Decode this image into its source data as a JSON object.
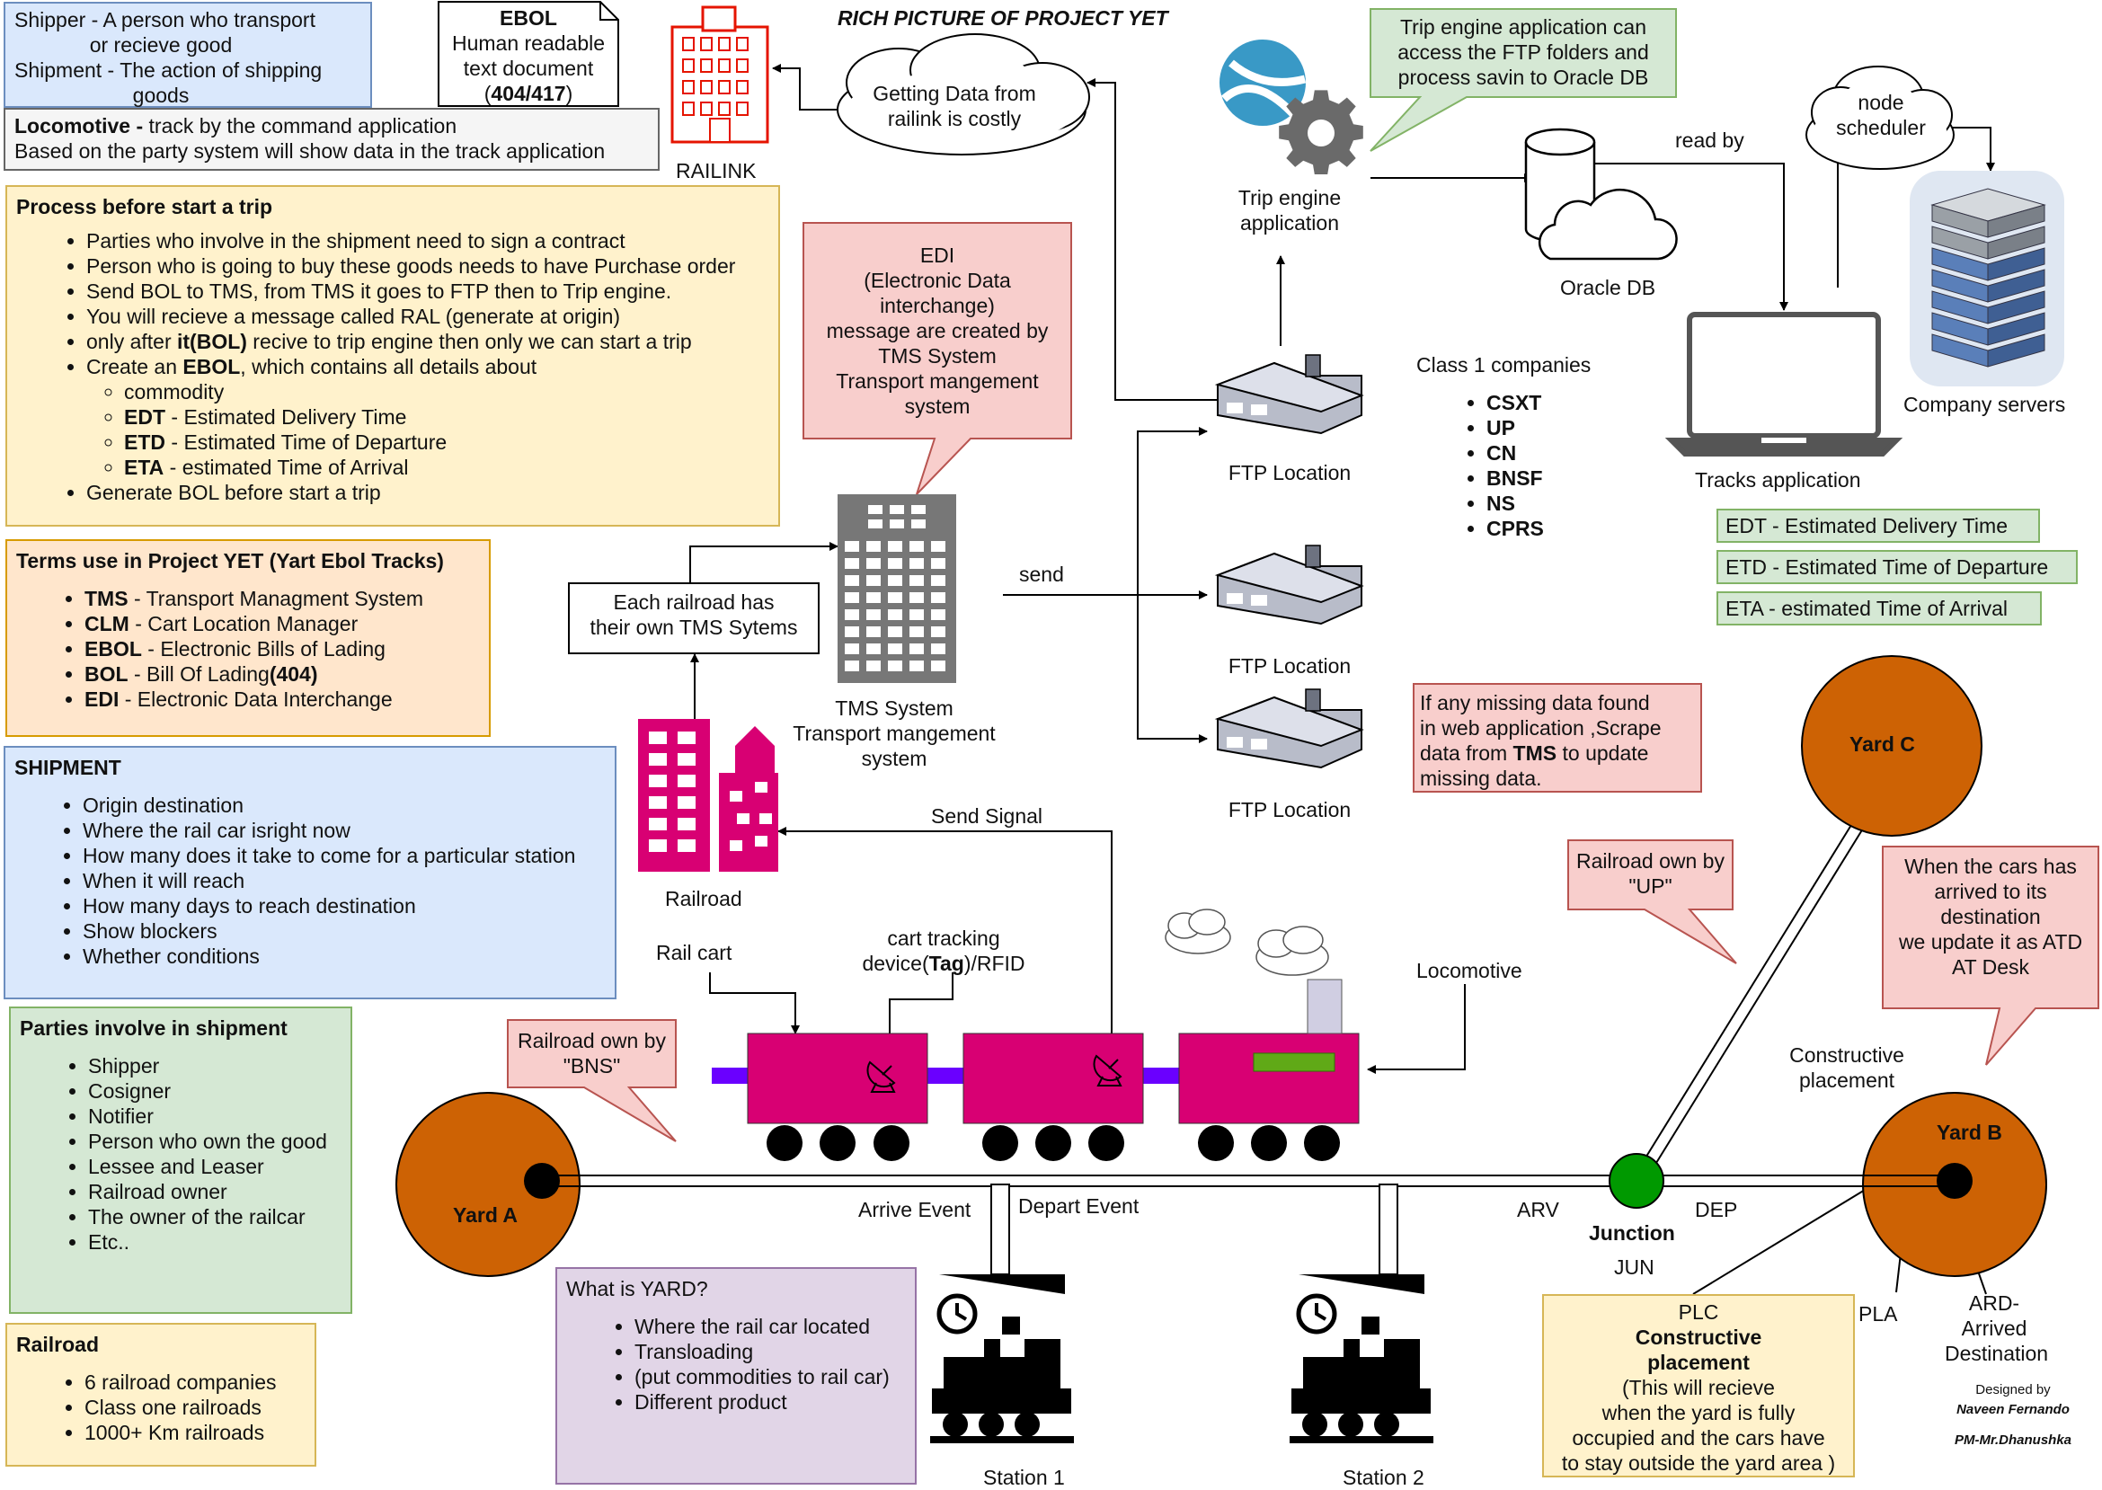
{
  "title": "RICH PICTURE OF PROJECT YET",
  "shipper_box": {
    "line1": "Shipper - A person who transport",
    "line2": "or recieve good",
    "line3": "Shipment - The action of shipping",
    "line4": "goods"
  },
  "ebol_note": {
    "title": "EBOL",
    "line1": "Human readable",
    "line2": "text document",
    "code": "404/417"
  },
  "locomotive_box": {
    "term": "Locomotive -",
    "line1": " track by the command application",
    "line2": "Based on the party system will show data in the track application"
  },
  "railink": {
    "label": "RAILINK"
  },
  "cloud_costly": {
    "line1": "Getting Data from",
    "line2": "railink is costly"
  },
  "process": {
    "title": "Process before start a trip",
    "items": [
      "Parties who involve in the shipment need to sign a contract",
      "Person who is going to buy these goods needs to have Purchase order",
      "Send BOL to TMS, from TMS it goes to FTP then to Trip engine.",
      "You will recieve a message called RAL (generate at origin)"
    ],
    "item5_pre": "only after ",
    "item5_bold": "it(BOL)",
    "item5_post": " recive to trip engine then only we can start a trip",
    "item6_pre": "Create an ",
    "item6_bold": "EBOL",
    "item6_post": ", which contains all details about",
    "sub": [
      {
        "abbr": "",
        "text": "commodity"
      },
      {
        "abbr": "EDT",
        "text": " - Estimated Delivery Time"
      },
      {
        "abbr": "ETD",
        "text": " - Estimated Time of Departure"
      },
      {
        "abbr": "ETA",
        "text": " - estimated Time of Arrival"
      }
    ],
    "item7": "Generate BOL before start a trip"
  },
  "terms": {
    "title": "Terms use in Project YET (Yart Ebol Tracks)",
    "items": [
      {
        "abbr": "TMS",
        "text": " - Transport Managment System"
      },
      {
        "abbr": "CLM",
        "text": " - Cart Location Manager"
      },
      {
        "abbr": "EBOL",
        "text": " - Electronic Bills of Lading"
      },
      {
        "abbr": "BOL",
        "text": " - Bill Of Lading",
        "code": "(404)"
      },
      {
        "abbr": "EDI",
        "text": " - Electronic Data Interchange"
      }
    ]
  },
  "shipment": {
    "title": "SHIPMENT",
    "items": [
      "Origin destination",
      "Where the rail car isright now",
      "How many does it take to come for a particular station",
      "When it will reach",
      "How many days to reach destination",
      "Show blockers",
      "Whether conditions"
    ]
  },
  "parties": {
    "title": "Parties involve in shipment",
    "items": [
      "Shipper",
      "Cosigner",
      "Notifier",
      "Person who own the good",
      "Lessee and Leaser",
      "Railroad owner",
      "The owner of the railcar",
      "Etc.."
    ]
  },
  "railroad_box": {
    "title": "Railroad",
    "items": [
      "6 railroad companies",
      "Class one railroads",
      "1000+ Km railroads"
    ]
  },
  "yard_box": {
    "title": "What is YARD?",
    "items": [
      "Where the rail car located",
      "Transloading",
      "(put commodities to rail car)",
      "Different product"
    ]
  },
  "edi_callout": {
    "line1": "EDI",
    "line2": "(Electronic Data",
    "line3": "interchange)",
    "line4": "message are created by",
    "line5": "TMS System",
    "line6": "Transport mangement",
    "line7": "system"
  },
  "tms_each": {
    "line1": "Each railroad has",
    "line2": "their own TMS Sytems"
  },
  "tms": {
    "line1": "TMS System",
    "line2": "Transport mangement",
    "line3": "system"
  },
  "send_label": "send",
  "ftp_label": "FTP Location",
  "trip_engine": {
    "line1": "Trip engine",
    "line2": "application"
  },
  "trip_note": {
    "line1": "Trip engine application can",
    "line2": "access the FTP folders and",
    "line3": "process savin to Oracle DB"
  },
  "oracle_label": "Oracle DB",
  "read_by": "read by",
  "node_scheduler": {
    "line1": "node",
    "line2": "scheduler"
  },
  "company_servers": "Company servers",
  "tracks_app": "Tracks application",
  "class1": {
    "title": "Class 1 companies",
    "items": [
      "CSXT",
      "UP",
      "CN",
      "BNSF",
      "NS",
      "CPRS"
    ]
  },
  "estimates": [
    "EDT - Estimated Delivery Time",
    "ETD - Estimated Time of Departure",
    "ETA - estimated Time of Arrival"
  ],
  "missing": {
    "line1": "If any missing data found",
    "line2": "in web application ,Scrape",
    "line3_pre": "data from ",
    "line3_bold": "TMS",
    "line3_post": " to update",
    "line4": "missing data."
  },
  "railroad_label": "Railroad",
  "send_signal": "Send Signal",
  "rail_cart": "Rail cart",
  "cart_tracking": {
    "line1": "cart tracking",
    "line2_pre": "device(",
    "line2_bold": "Tag",
    "line2_post": ")/RFID"
  },
  "locomotive_label": "Locomotive",
  "bns_callout": {
    "line1": "Railroad own by",
    "line2": "\"BNS\""
  },
  "up_callout": {
    "line1": "Railroad own by",
    "line2": "\"UP\""
  },
  "atd_callout": {
    "line1": "When the cars has",
    "line2": "arrived to its",
    "line3": "destination",
    "line4": "we update it as ATD",
    "line5": "AT Desk"
  },
  "constructive": {
    "line1": "Constructive",
    "line2": "placement"
  },
  "yard_a": "Yard A",
  "yard_b": "Yard B",
  "yard_c": "Yard C",
  "arrive_event": "Arrive Event",
  "depart_event": "Depart Event",
  "arv": "ARV",
  "dep": "DEP",
  "junction": "Junction",
  "jun": "JUN",
  "plc": {
    "line1": "PLC",
    "line2": "Constructive",
    "line3": "placement",
    "line4": "(This will recieve",
    "line5": "when the yard is fully",
    "line6": "occupied and the cars have",
    "line7": "to stay outside the yard area )"
  },
  "pla": "PLA",
  "ard": {
    "line1": "ARD-",
    "line2": "Arrived",
    "line3": "Destination"
  },
  "station1": "Station 1",
  "station2": "Station 2",
  "credits": {
    "line1": "Designed by",
    "line2": "Naveen Fernando",
    "line3": "PM-Mr.Dhanushka"
  },
  "colors": {
    "pink": "#f8cecc",
    "yellow": "#fff2cc",
    "blue": "#dae8fc",
    "green": "#d5e8d4",
    "purple": "#e1d5e7",
    "orange": "#ffe6cc",
    "magenta": "#d80073",
    "yard": "#cd6204",
    "junction": "#009900",
    "violet": "#6a00ff"
  }
}
